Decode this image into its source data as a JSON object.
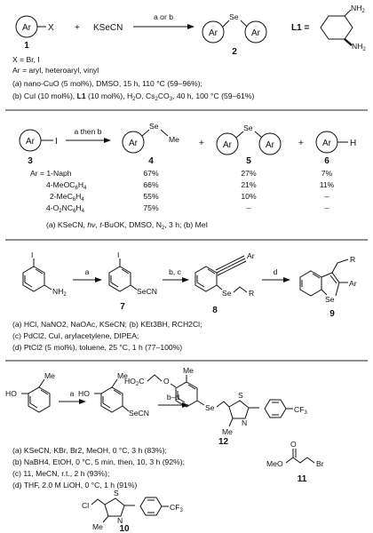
{
  "s1": {
    "ar": "Ar",
    "x": "X",
    "plus": "+",
    "kscn": "KSeCN",
    "arrow_label": "a or b",
    "se": "Se",
    "l1_label": "L1 =",
    "nh2": "NH",
    "nh2_sub": "2",
    "num1": "1",
    "num2": "2",
    "x_def": "X = Br, I",
    "ar_def": "Ar = aryl, heteroaryl, vinyl",
    "cond_a": "(a) nano-CuO (5 mol%), DMSO, 15 h, 110 °C (59–96%);",
    "cond_b_pre": "(b) CuI (10 mol%), ",
    "cond_b_l1": "L1",
    "cond_b_mid": " (10 mol%), H",
    "cond_b_sub2": "2",
    "cond_b_o": "O, Cs",
    "cond_b_sub2b": "2",
    "cond_b_co": "CO",
    "cond_b_sub3": "3",
    "cond_b_post": ", 40 h, 100 °C (59–61%)"
  },
  "s2": {
    "ar": "Ar",
    "i": "I",
    "arrow_label": "a then b",
    "se": "Se",
    "me": "Me",
    "plus": "+",
    "h": "H",
    "num3": "3",
    "num4": "4",
    "num5": "5",
    "num6": "6",
    "rows": [
      {
        "label": "Ar = 1-Naph",
        "v4": "67%",
        "v5": "27%",
        "v6": "7%"
      },
      {
        "label": "4-MeOC6H4",
        "v4": "66%",
        "v5": "21%",
        "v6": "11%"
      },
      {
        "label": "2-MeC6H4",
        "v4": "55%",
        "v5": "10%",
        "v6": "–"
      },
      {
        "label": "4-O2NC6H4",
        "v4": "75%",
        "v5": "–",
        "v6": "–"
      }
    ],
    "cond_pre": "(a) KSeCN, ",
    "cond_hv": "hν",
    "cond_mid": ", ",
    "cond_t": "t",
    "cond_post": "-BuOK, DMSO, N",
    "cond_sub": "2",
    "cond_end": ", 3 h; (b) MeI"
  },
  "s3": {
    "i": "I",
    "nh2": "NH",
    "nh2_sub": "2",
    "secn": "SeCN",
    "se": "Se",
    "r": "R",
    "ar": "Ar",
    "lbl_a": "a",
    "lbl_bc": "b, c",
    "lbl_d": "d",
    "num7": "7",
    "num8": "8",
    "num9": "9",
    "cond_a": "(a) HCl, NaNO2, NaOAc, KSeCN; (b) KEt3BH, RCH2Cl;",
    "cond_c": "(c) PdCl2, CuI, arylacetylene, DIPEA;",
    "cond_d": "(d) PtCl2 (5 mol%), toluene, 25 °C, 1 h (77–100%)"
  },
  "s4": {
    "ho": "HO",
    "me": "Me",
    "secn": "SeCN",
    "se": "Se",
    "s": "S",
    "n": "N",
    "cf3": "CF3",
    "ho2c": "HO2C",
    "o": "O",
    "meo": "MeO",
    "br": "Br",
    "cl": "Cl",
    "lbl_a": "a",
    "lbl_bd": "b–d",
    "num10": "10",
    "num11": "11",
    "num12": "12",
    "cond_a": "(a) KSeCN, KBr, Br2, MeOH, 0 °C, 3 h (83%);",
    "cond_b": "(b) NaBH4, EtOH, 0 °C, 5 min, then, 10, 3 h (92%);",
    "cond_c": "(c) 11, MeCN, r.t., 2 h (93%);",
    "cond_d": "(d) THF, 2.0 M LiOH, 0 °C, 1 h (91%)"
  }
}
